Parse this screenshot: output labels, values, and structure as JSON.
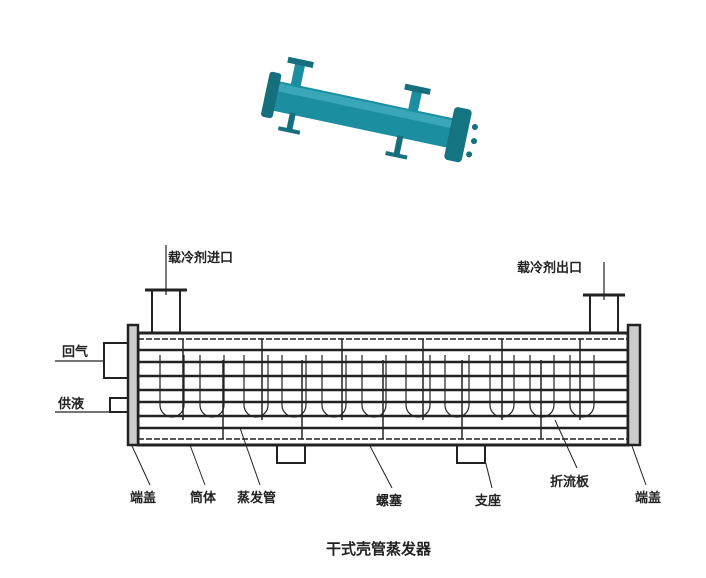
{
  "photo": {
    "color": "#1b8fa0"
  },
  "diagram": {
    "labels": {
      "coolant_inlet": "载冷剂进口",
      "coolant_outlet": "载冷剂出口",
      "return_gas": "回气",
      "liquid_supply": "供液",
      "end_cap_left": "端盖",
      "shell": "筒体",
      "evaporator_tube": "蒸发管",
      "plug": "螺塞",
      "support": "支座",
      "baffle": "折流板",
      "end_cap_right": "端盖"
    },
    "title": "干式壳管蒸发器"
  }
}
